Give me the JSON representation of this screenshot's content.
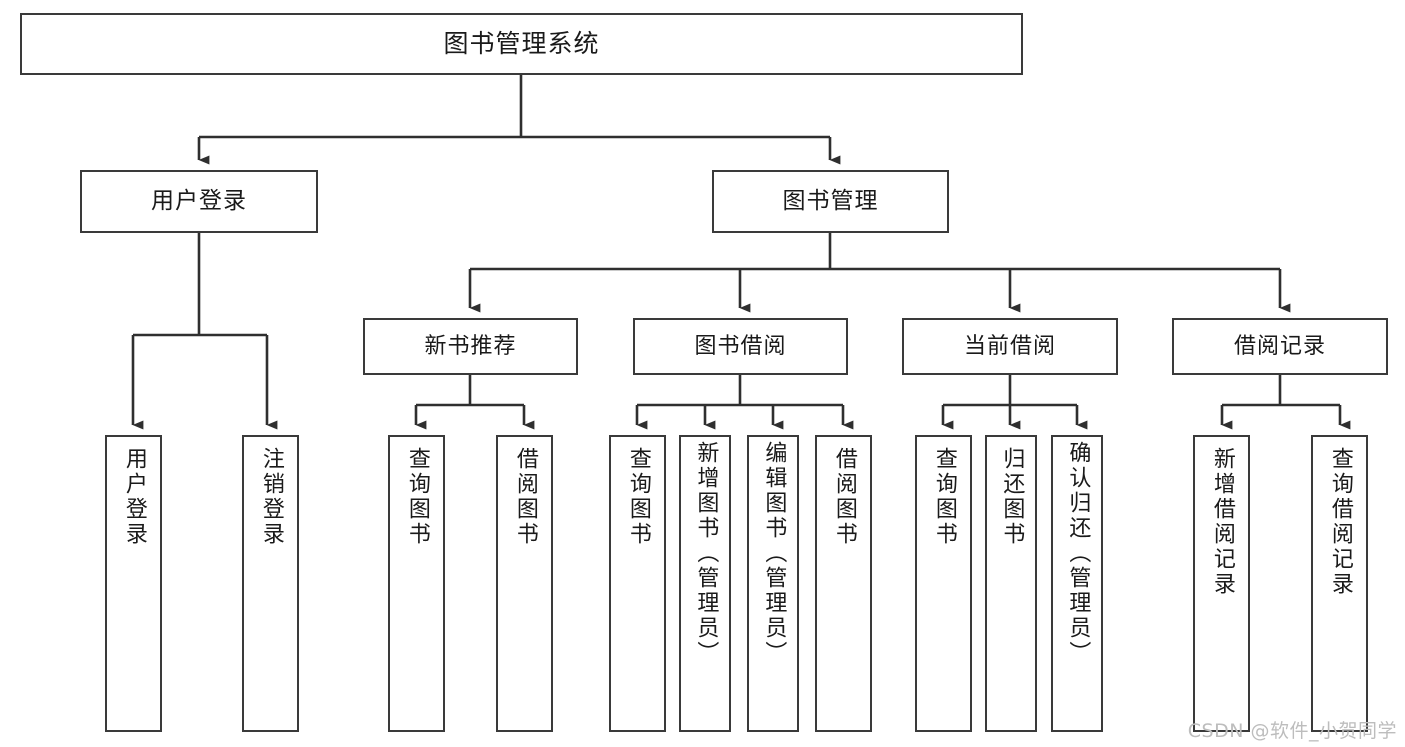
{
  "diagram": {
    "title": "图书管理系统",
    "watermark": "CSDN @软件_小贺同学",
    "root": {
      "label": "图书管理系统"
    },
    "level2": [
      {
        "label": "用户登录"
      },
      {
        "label": "图书管理"
      }
    ],
    "level3": [
      {
        "label": "新书推荐"
      },
      {
        "label": "图书借阅"
      },
      {
        "label": "当前借阅"
      },
      {
        "label": "借阅记录"
      }
    ],
    "leaves": [
      {
        "label": "用户登录",
        "parent": "用户登录"
      },
      {
        "label": "注销登录",
        "parent": "用户登录"
      },
      {
        "label": "查询图书",
        "parent": "新书推荐"
      },
      {
        "label": "借阅图书",
        "parent": "新书推荐"
      },
      {
        "label": "查询图书",
        "parent": "图书借阅"
      },
      {
        "label": "新增图书（管理员）",
        "parent": "图书借阅"
      },
      {
        "label": "编辑图书（管理员）",
        "parent": "图书借阅"
      },
      {
        "label": "借阅图书",
        "parent": "图书借阅"
      },
      {
        "label": "查询图书",
        "parent": "当前借阅"
      },
      {
        "label": "归还图书",
        "parent": "当前借阅"
      },
      {
        "label": "确认归还（管理员）",
        "parent": "当前借阅"
      },
      {
        "label": "新增借阅记录",
        "parent": "借阅记录"
      },
      {
        "label": "查询借阅记录",
        "parent": "借阅记录"
      }
    ],
    "colors": {
      "box_border": "#3a3a3a",
      "connector": "#2f2f2f",
      "background": "#ffffff",
      "watermark": "#bdbdbd"
    }
  }
}
